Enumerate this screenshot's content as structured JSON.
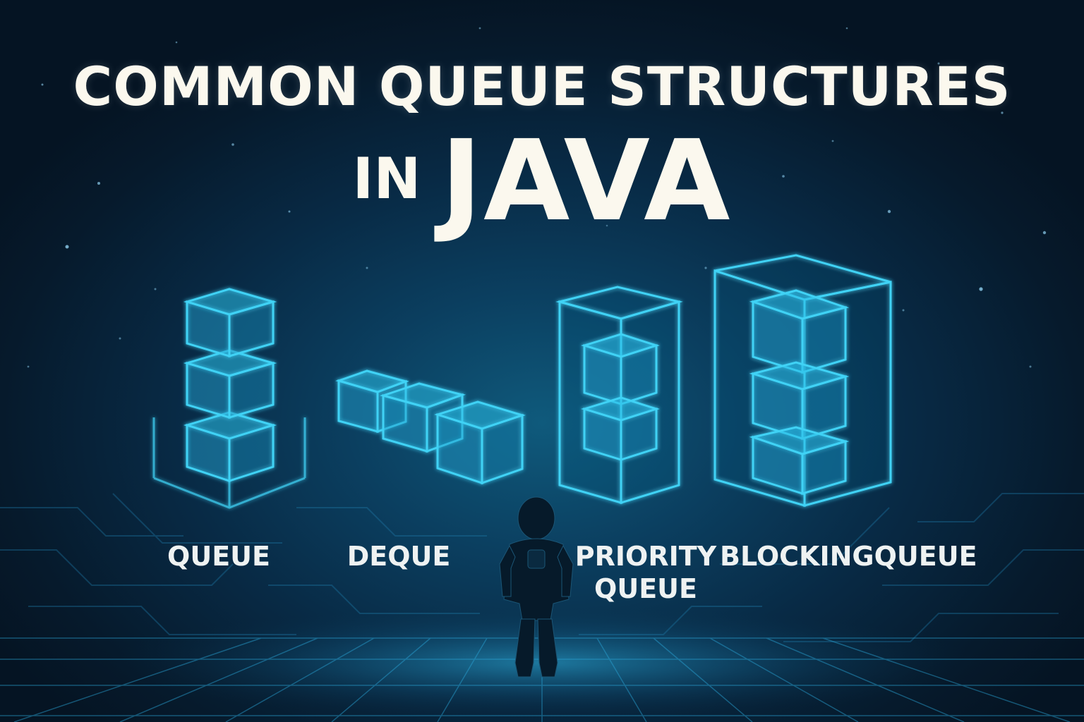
{
  "title": {
    "line1": "COMMON QUEUE STRUCTURES",
    "line2_prefix": "IN",
    "line2_main": "JAVA"
  },
  "structures": [
    {
      "label": "QUEUE"
    },
    {
      "label": "DEQUE"
    },
    {
      "label_line1": "PRIORITY",
      "label_line2": "QUEUE"
    },
    {
      "label": "BLOCKINGQUEUE"
    }
  ],
  "colors": {
    "background": "#06182a",
    "glow": "#29c8f0",
    "title": "#fbf8ee",
    "label": "#eef2f2"
  }
}
